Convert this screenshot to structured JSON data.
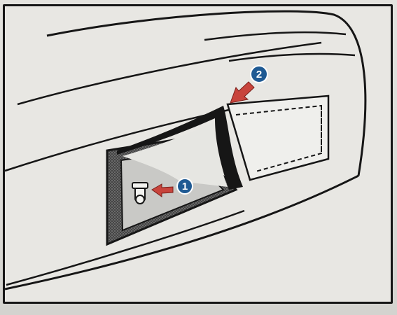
{
  "callouts": [
    {
      "number": "1",
      "target": "lock-release-lever",
      "color": "#1f5a93"
    },
    {
      "number": "2",
      "target": "compartment-cover-flap",
      "color": "#1f5a93"
    }
  ],
  "colors": {
    "outline": "#161616",
    "panel": "#e8e7e3",
    "recess_shadow": "#555555",
    "arrow": "#c8443c",
    "callout_badge": "#1f5a93"
  },
  "icons": {
    "arrow_1": "arrow-left-icon",
    "arrow_2": "arrow-down-left-icon",
    "lever": "latch-lever-icon"
  }
}
